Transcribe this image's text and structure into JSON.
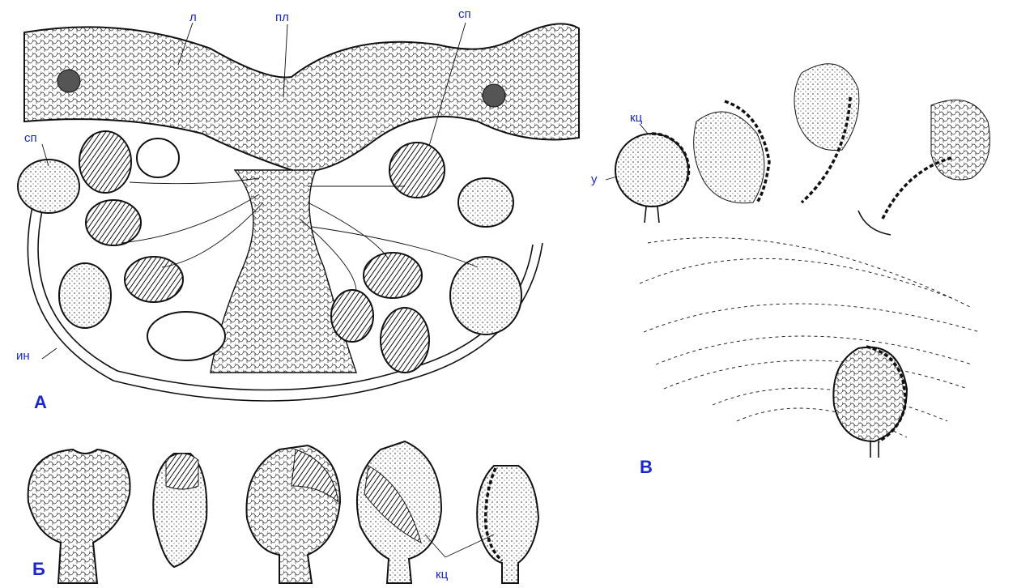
{
  "figure": {
    "labels": {
      "l": "л",
      "pl": "пл",
      "sp_top": "сп",
      "sp_left": "сп",
      "in": "ин",
      "kts_b": "кц",
      "u": "у",
      "kts_bottom": "кц"
    },
    "panels": {
      "a": "А",
      "b": "Б",
      "v": "В"
    },
    "colors": {
      "label": "#1a28c8",
      "ink": "#111111",
      "background": "#ffffff"
    }
  }
}
